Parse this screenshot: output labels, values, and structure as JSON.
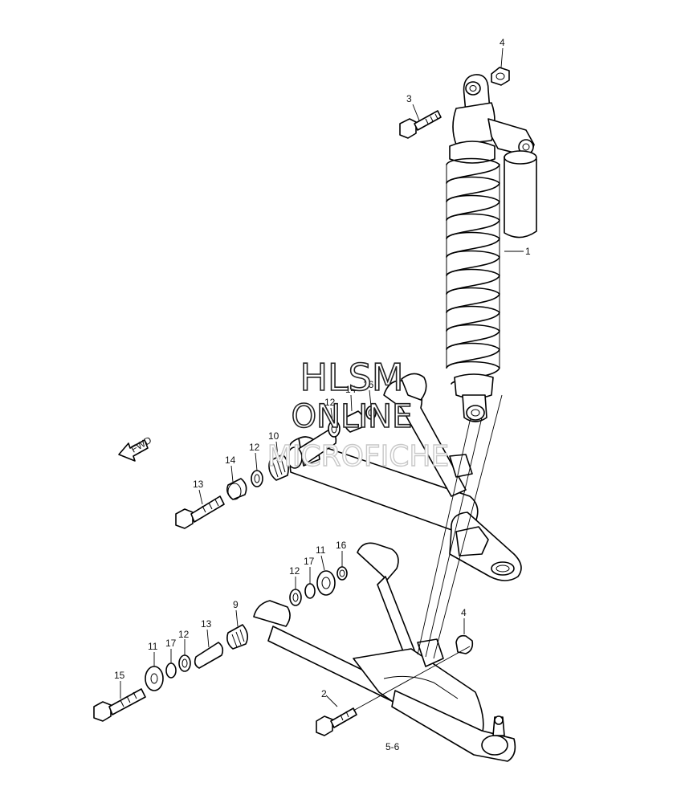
{
  "watermark": {
    "line1": "HLSM",
    "line2": "ONLINE",
    "line3": "MICROFICHE"
  },
  "direction_arrow": {
    "label": "FWD"
  },
  "figure_note": "5-6",
  "callouts": [
    {
      "id": "c1",
      "label": "1"
    },
    {
      "id": "c2",
      "label": "2"
    },
    {
      "id": "c3",
      "label": "3"
    },
    {
      "id": "c4a",
      "label": "4"
    },
    {
      "id": "c4b",
      "label": "4"
    },
    {
      "id": "c9",
      "label": "9"
    },
    {
      "id": "c10",
      "label": "10"
    },
    {
      "id": "c11a",
      "label": "11"
    },
    {
      "id": "c11b",
      "label": "11"
    },
    {
      "id": "c12a",
      "label": "12"
    },
    {
      "id": "c12b",
      "label": "12"
    },
    {
      "id": "c12c",
      "label": "12"
    },
    {
      "id": "c12d",
      "label": "12"
    },
    {
      "id": "c13a",
      "label": "13"
    },
    {
      "id": "c13b",
      "label": "13"
    },
    {
      "id": "c14a",
      "label": "14"
    },
    {
      "id": "c14b",
      "label": "14"
    },
    {
      "id": "c15",
      "label": "15"
    },
    {
      "id": "c16a",
      "label": "16"
    },
    {
      "id": "c16b",
      "label": "16"
    },
    {
      "id": "c17a",
      "label": "17"
    },
    {
      "id": "c17b",
      "label": "17"
    }
  ]
}
